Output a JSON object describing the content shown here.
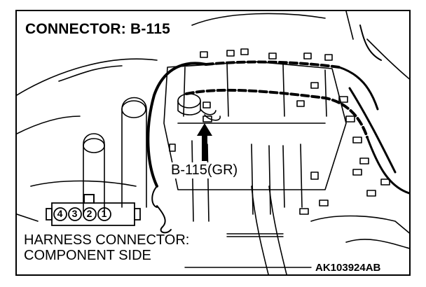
{
  "title": "CONNECTOR: B-115",
  "callout": "B-115(GR)",
  "harness_caption": {
    "line1": "HARNESS CONNECTOR:",
    "line2": "COMPONENT SIDE"
  },
  "figure_code": "AK103924AB",
  "connector_pins": [
    "4",
    "3",
    "2",
    "1"
  ],
  "colors": {
    "ink": "#000000",
    "paper": "#ffffff"
  }
}
